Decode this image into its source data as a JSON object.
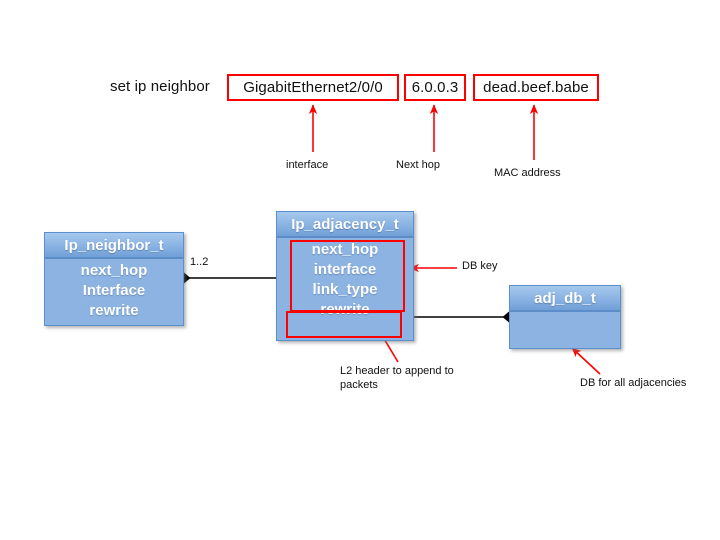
{
  "command": {
    "label": "set ip neighbor",
    "tokens": [
      {
        "id": "interface",
        "value": "GigabitEthernet2/0/0",
        "annotation": "interface"
      },
      {
        "id": "next_hop",
        "value": "6.0.0.3",
        "annotation": "Next hop"
      },
      {
        "id": "mac",
        "value": "dead.beef.babe",
        "annotation": "MAC address"
      }
    ]
  },
  "entities": [
    {
      "id": "ip_neighbor_t",
      "title": "Ip_neighbor_t",
      "attributes": [
        "next_hop",
        "Interface",
        "rewrite"
      ]
    },
    {
      "id": "ip_adjacency_t",
      "title": "Ip_adjacency_t",
      "attributes": [
        "next_hop",
        "interface",
        "link_type",
        "rewrite"
      ]
    },
    {
      "id": "adj_db_t",
      "title": "adj_db_t",
      "attributes": []
    }
  ],
  "relations": {
    "neighbor_to_adjacency_multiplicity": "1..2"
  },
  "callouts": [
    {
      "id": "db_key",
      "text": "DB key"
    },
    {
      "id": "l2_header",
      "text": "L2 header to append to packets"
    },
    {
      "id": "db_all_adjacencies",
      "text": "DB for all adjacencies"
    }
  ],
  "colors": {
    "entity_fill": "#8cb3e2",
    "entity_header_top": "#a6c8ec",
    "entity_header_bottom": "#70a0d7",
    "entity_border": "#5b8fcd",
    "annotation_red": "#ff0000",
    "connector_black": "#000000",
    "text_white": "#ffffff",
    "background": "#ffffff"
  }
}
